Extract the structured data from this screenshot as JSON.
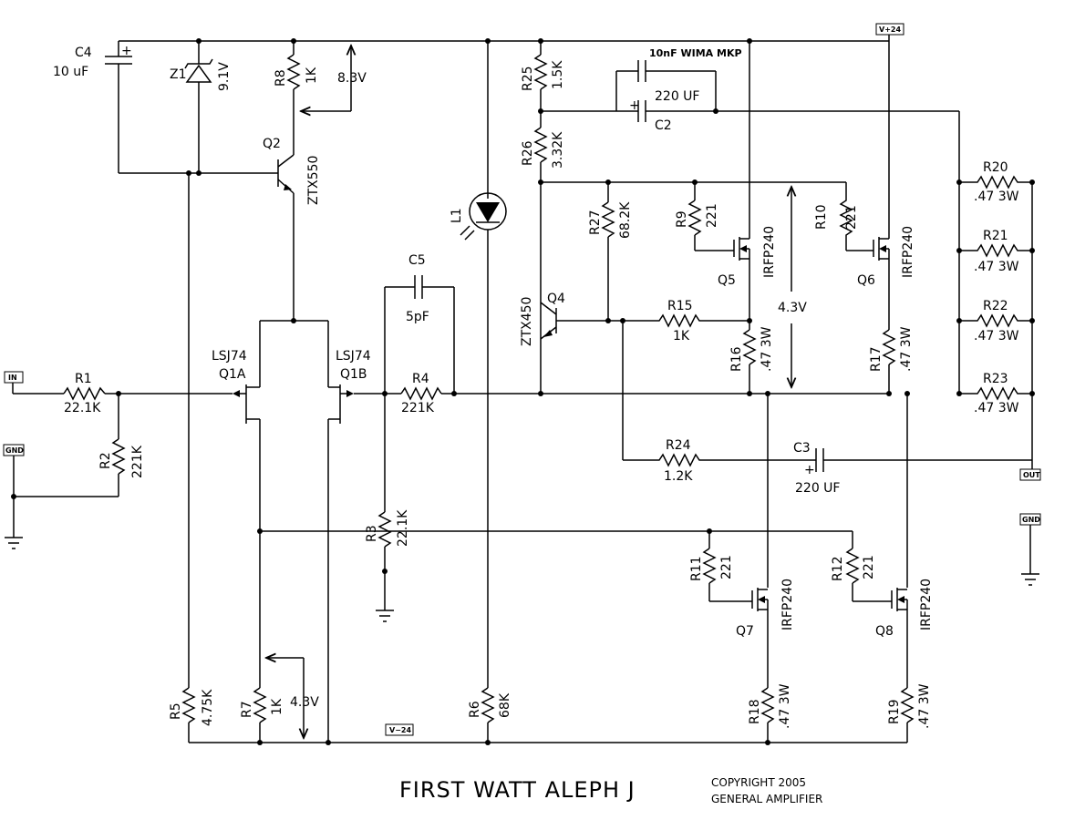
{
  "title": "FIRST WATT ALEPH J",
  "copyright": [
    "COPYRIGHT 2005",
    "GENERAL AMPLIFIER"
  ],
  "ports": {
    "in": "IN",
    "gnd_left": "GND",
    "gnd_right": "GND",
    "out": "OUT",
    "vplus": "V+24",
    "vminus": "V−24"
  },
  "components": {
    "C4": {
      "ref": "C4",
      "value": "10 uF"
    },
    "Z1": {
      "ref": "Z1",
      "value": "9.1V"
    },
    "R8": {
      "ref": "R8",
      "value": "1K"
    },
    "Q2": {
      "ref": "Q2",
      "value": "ZTX550"
    },
    "R25": {
      "ref": "R25",
      "value": "1.5K"
    },
    "R26": {
      "ref": "R26",
      "value": "3.32K"
    },
    "C2": {
      "ref": "C2",
      "value": "220 UF",
      "note": "10nF WIMA MKP"
    },
    "R20": {
      "ref": "R20",
      "value": ".47 3W"
    },
    "R21": {
      "ref": "R21",
      "value": ".47 3W"
    },
    "R22": {
      "ref": "R22",
      "value": ".47 3W"
    },
    "R23": {
      "ref": "R23",
      "value": ".47 3W"
    },
    "L1": {
      "ref": "L1"
    },
    "R27": {
      "ref": "R27",
      "value": "68.2K"
    },
    "R9": {
      "ref": "R9",
      "value": "221"
    },
    "Q5": {
      "ref": "Q5",
      "value": "IRFP240"
    },
    "R10": {
      "ref": "R10",
      "value": "221"
    },
    "Q6": {
      "ref": "Q6",
      "value": "IRFP240"
    },
    "C5": {
      "ref": "C5",
      "value": "5pF"
    },
    "Q4": {
      "ref": "Q4",
      "value": "ZTX450"
    },
    "R15": {
      "ref": "R15",
      "value": "1K"
    },
    "R16": {
      "ref": "R16",
      "value": ".47 3W"
    },
    "R17": {
      "ref": "R17",
      "value": ".47 3W"
    },
    "Q1A": {
      "ref": "Q1A",
      "value": "LSJ74"
    },
    "Q1B": {
      "ref": "Q1B",
      "value": "LSJ74"
    },
    "R1": {
      "ref": "R1",
      "value": "22.1K"
    },
    "R4": {
      "ref": "R4",
      "value": "221K"
    },
    "R2": {
      "ref": "R2",
      "value": "221K"
    },
    "R24": {
      "ref": "R24",
      "value": "1.2K"
    },
    "C3": {
      "ref": "C3",
      "value": "220 UF"
    },
    "R3": {
      "ref": "R3",
      "value": "22.1K"
    },
    "R11": {
      "ref": "R11",
      "value": "221"
    },
    "Q7": {
      "ref": "Q7",
      "value": "IRFP240"
    },
    "R12": {
      "ref": "R12",
      "value": "221"
    },
    "Q8": {
      "ref": "Q8",
      "value": "IRFP240"
    },
    "R5": {
      "ref": "R5",
      "value": "4.75K"
    },
    "R7": {
      "ref": "R7",
      "value": "1K"
    },
    "R6": {
      "ref": "R6",
      "value": "68K"
    },
    "R18": {
      "ref": "R18",
      "value": ".47 3W"
    },
    "R19": {
      "ref": "R19",
      "value": ".47 3W"
    }
  },
  "annotations": {
    "v_r8": "8.3V",
    "v_mid": "4.3V",
    "v_r7": "4.3V",
    "plus": "+"
  }
}
